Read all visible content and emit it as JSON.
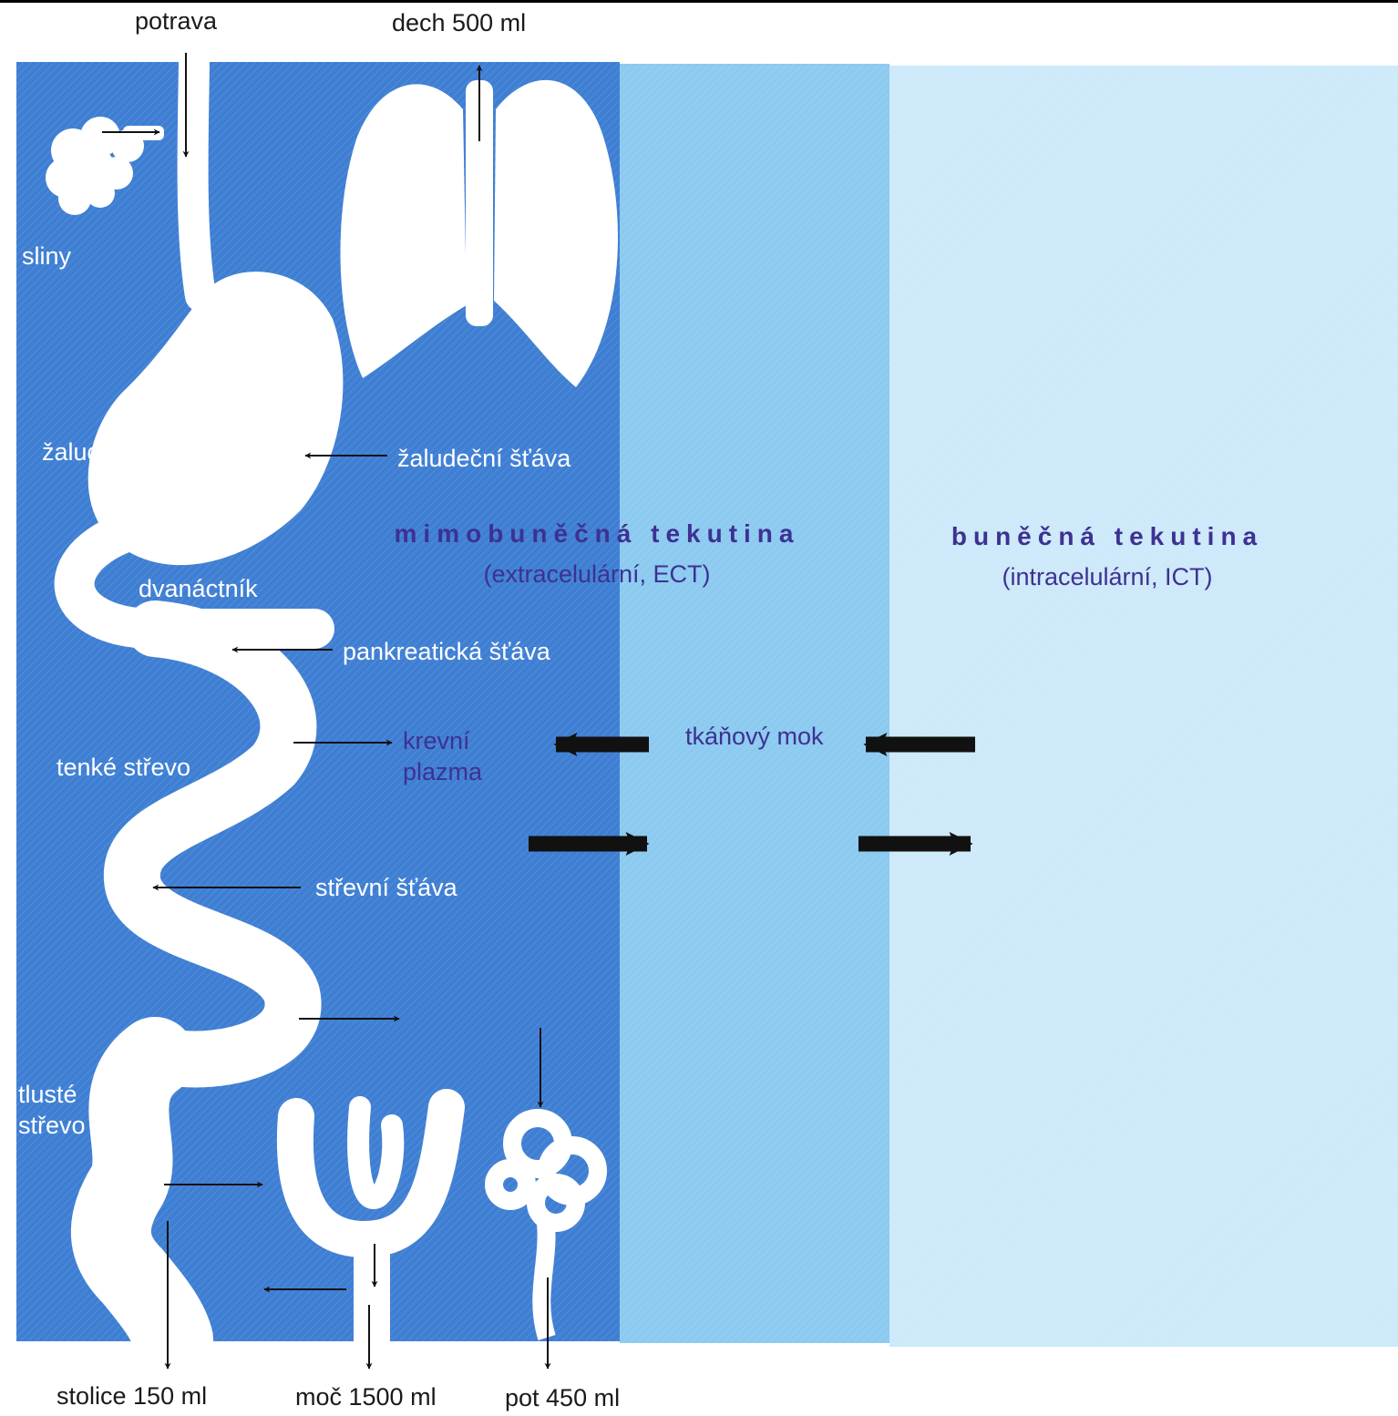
{
  "colors": {
    "ect_dark": "#3f7fd3",
    "ect_light": "#8ccaf0",
    "ict": "#cde9fa",
    "organs": "#ffffff",
    "arrows": "#111111",
    "text_purple": "#3d3192"
  },
  "icons": [
    "salivary-gland-icon",
    "lungs-icon",
    "digestive-tract-icon",
    "kidney-tubule-icon",
    "sweat-gland-icon"
  ],
  "top": {
    "intake": "potrava",
    "breath": "dech 500 ml"
  },
  "organs": {
    "saliva": "sliny",
    "stomach": "žaludek",
    "duodenum": "dvanáctník",
    "small_intestine": "tenké střevo",
    "large_intestine_1": "tlusté",
    "large_intestine_2": "střevo"
  },
  "secretions": {
    "gastric": "žaludeční šťáva",
    "pancreatic": "pankreatická šťáva",
    "intestinal": "střevní šťáva"
  },
  "compartments": {
    "plasma_1": "krevní",
    "plasma_2": "plazma",
    "interstitial": "tkáňový mok",
    "ect_title": "mimobuněčná tekutina",
    "ect_sub": "(extracelulární, ECT)",
    "ict_title": "buněčná tekutina",
    "ict_sub": "(intracelulární, ICT)"
  },
  "outputs": {
    "stool": "stolice 150 ml",
    "urine": "moč 1500 ml",
    "sweat": "pot 450 ml"
  }
}
